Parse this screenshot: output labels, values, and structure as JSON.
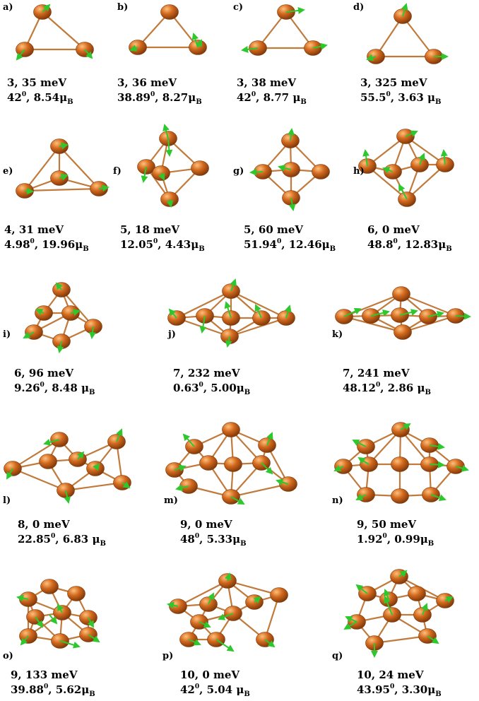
{
  "panels": [
    {
      "letter": "a)",
      "line1": "3, 35 meV",
      "angle": "42",
      "moment": "8.54",
      "gap": ""
    },
    {
      "letter": "b)",
      "line1": "3, 36 meV",
      "angle": "38.89",
      "moment": "8.27",
      "gap": ""
    },
    {
      "letter": "c)",
      "line1": "3, 38 meV",
      "angle": "42",
      "moment": "8.77",
      "gap": " "
    },
    {
      "letter": "d)",
      "line1": "3, 325 meV",
      "angle": "55.5",
      "moment": "3.63",
      "gap": " "
    },
    {
      "letter": "e)",
      "line1": "4, 31 meV",
      "angle": "4.98",
      "moment": "19.96",
      "gap": ""
    },
    {
      "letter": "f)",
      "line1": "5, 18 meV",
      "angle": "12.05",
      "moment": "4.43",
      "gap": ""
    },
    {
      "letter": "g)",
      "line1": "5, 60 meV",
      "angle": "51.94",
      "moment": "12.46",
      "gap": ""
    },
    {
      "letter": "h)",
      "line1": "6, 0 meV",
      "angle": "48.8",
      "moment": "12.83",
      "gap": ""
    },
    {
      "letter": "i)",
      "line1": "6, 96 meV",
      "angle": "9.26",
      "moment": "8.48",
      "gap": " "
    },
    {
      "letter": "j)",
      "line1": "7, 232 meV",
      "angle": "0.63",
      "moment": "5.00",
      "gap": ""
    },
    {
      "letter": "k)",
      "line1": "7, 241 meV",
      "angle": "48.12",
      "moment": "2.86",
      "gap": " "
    },
    {
      "letter": "l)",
      "line1": "8, 0 meV",
      "angle": "22.85",
      "moment": "6.83",
      "gap": " "
    },
    {
      "letter": "m)",
      "line1": "9, 0 meV",
      "angle": "48",
      "moment": "5.33",
      "gap": ""
    },
    {
      "letter": "n)",
      "line1": "9, 50 meV",
      "angle": "1.92",
      "moment": "0.99",
      "gap": ""
    },
    {
      "letter": "o)",
      "line1": "9, 133 meV",
      "angle": "39.88",
      "moment": "5.62",
      "gap": ""
    },
    {
      "letter": "p)",
      "line1": "10, 0 meV",
      "angle": "42",
      "moment": "5.04",
      "gap": " "
    },
    {
      "letter": "q)",
      "line1": "10, 24 meV",
      "angle": "43.95",
      "moment": "3.30",
      "gap": ""
    }
  ],
  "symbols": {
    "degree": "0",
    "mu": "μ",
    "subscript": "B",
    "separator": ", "
  },
  "colors": {
    "atom": "#d2691e",
    "atom_dark": "#7a3508",
    "bond": "#c07a3c",
    "arrow": "#2ec82e"
  }
}
